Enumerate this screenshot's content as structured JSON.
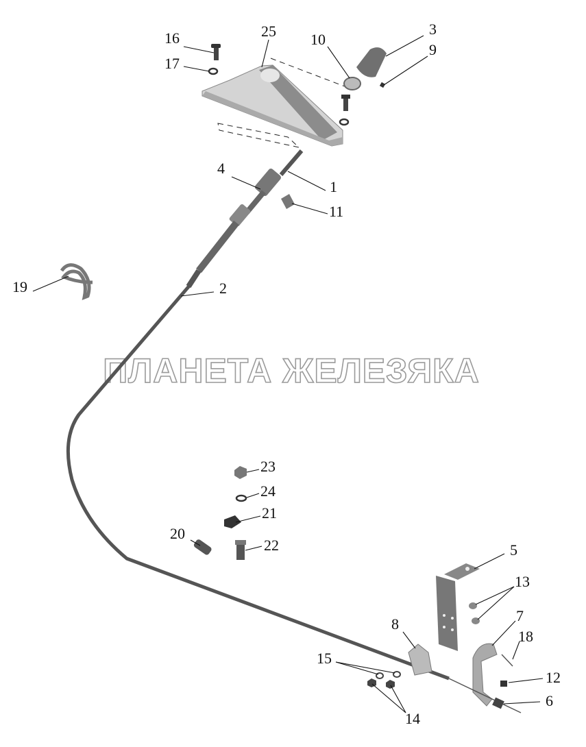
{
  "diagram": {
    "watermark": "ПЛАНЕТА ЖЕЛЕЗЯКА",
    "callouts": {
      "c16": "16",
      "c25": "25",
      "c10": "10",
      "c3": "3",
      "c9": "9",
      "c17": "17",
      "c4": "4",
      "c1": "1",
      "c11": "11",
      "c19": "19",
      "c2": "2",
      "c23": "23",
      "c24": "24",
      "c21": "21",
      "c20": "20",
      "c22": "22",
      "c5": "5",
      "c13": "13",
      "c7": "7",
      "c18": "18",
      "c8": "8",
      "c15": "15",
      "c12": "12",
      "c6": "6",
      "c14": "14"
    },
    "colors": {
      "part_light": "#c8c8c8",
      "part_dark": "#6e6e6e",
      "cable": "#555555"
    }
  }
}
